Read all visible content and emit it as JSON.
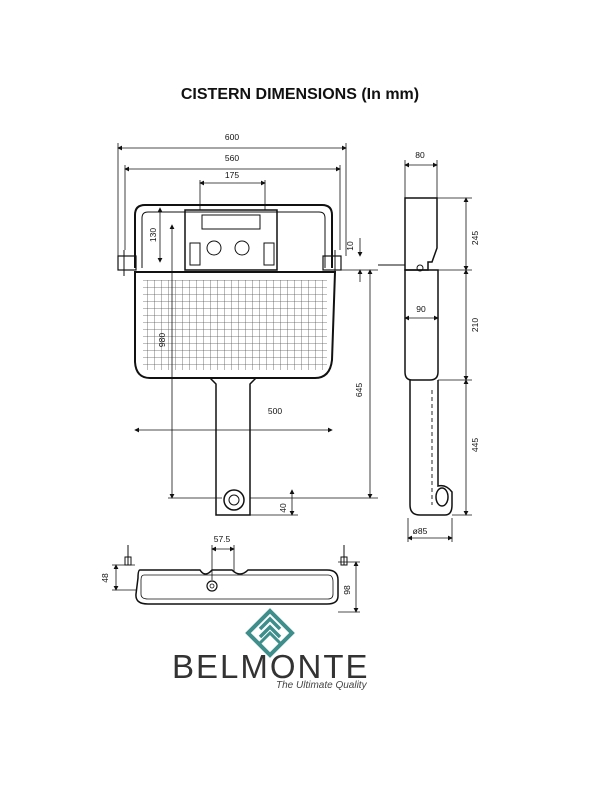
{
  "title": "CISTERN DIMENSIONS (In mm)",
  "dimensions": {
    "d600": "600",
    "d560": "560",
    "d175": "175",
    "d130": "130",
    "d10": "10",
    "d980": "980",
    "d500": "500",
    "d645": "645",
    "d40": "40",
    "d80": "80",
    "d245": "245",
    "d90": "90",
    "d210": "210",
    "d445": "445",
    "d85": "ø85",
    "d57_5": "57.5",
    "d48": "48",
    "d98": "98"
  },
  "brand": {
    "name": "BELMONTE",
    "tagline": "The Ultimate Quality",
    "logo_color": "#3e8e8c"
  }
}
